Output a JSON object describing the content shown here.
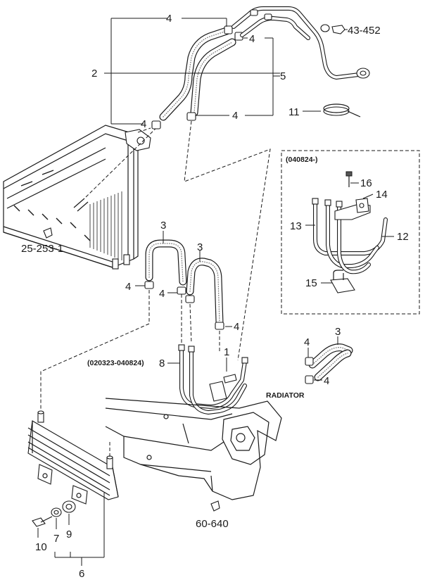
{
  "labels": {
    "p2": "2",
    "p4_top": "4",
    "p4_upper_right": "4",
    "p4_upper_left": "4",
    "p4_mid_right": "4",
    "p5": "5",
    "p11": "11",
    "p3_left": "3",
    "p3_right": "3",
    "p4_left_clamp": "4",
    "p4_center_clamp": "4",
    "p4_lower_clamp": "4",
    "p8": "8",
    "p1": "1",
    "p3_radiator": "3",
    "p4_radiator_top": "4",
    "p4_radiator_bottom": "4",
    "p16": "16",
    "p14": "14",
    "p13": "13",
    "p12": "12",
    "p15": "15",
    "p10": "10",
    "p7": "7",
    "p9": "9",
    "p6": "6"
  },
  "references": {
    "ref_43_452": "43-452",
    "ref_25_253_1": "25-253-1",
    "ref_60_640": "60-640"
  },
  "notes": {
    "inset_date": "(040824-)",
    "range_date": "(020323-040824)",
    "radiator": "RADIATOR"
  }
}
